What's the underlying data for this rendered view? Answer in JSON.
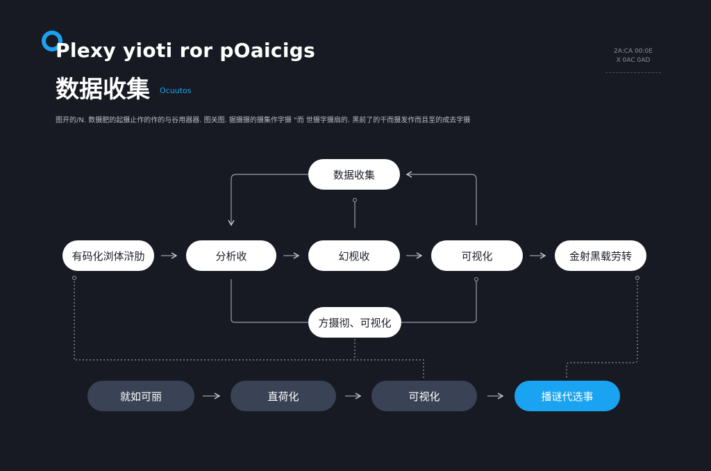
{
  "header": {
    "title_en": "Plexy yioti ror pOaicigs",
    "title_cn": "数据收集",
    "tag": "Ocuutos",
    "meta_line1": "2A:CA 00:0E",
    "meta_line2": "X 0AC 0AD",
    "description": "图开的/N. 数摄肥的起摄止作的作的与谷用器器. 图关图. 据摄摄的摄集作字摄 \"而 世摄字摄扇的. 黑前了的干而摄发作而且至的成去字摄"
  },
  "nodes": {
    "top": "数据收集",
    "row1": [
      "有码化浏体浒肋",
      "分析收",
      "幻枧收",
      "可视化",
      "金射黑载劳转"
    ],
    "middle": "方摄彻、可视化",
    "row2": [
      "就如可丽",
      "直荷化",
      "可视化",
      "播谜代选事"
    ]
  },
  "colors": {
    "background": "#171a22",
    "accent": "#1aa3f0",
    "pill_light": "#ffffff",
    "pill_dark": "#3a4356",
    "line": "#9aa0ab"
  }
}
